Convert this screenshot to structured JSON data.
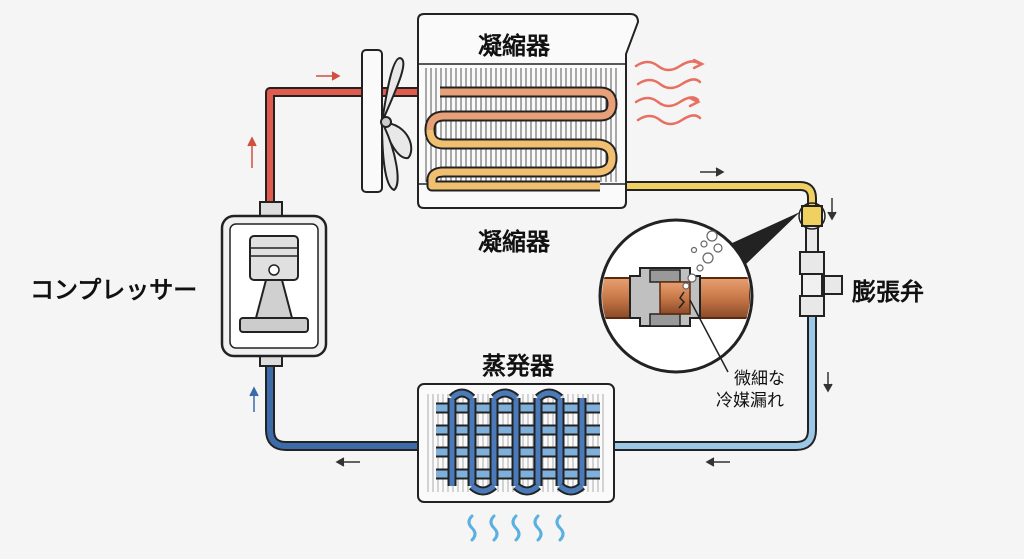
{
  "labels": {
    "condenser_top": "凝縮器",
    "condenser_bottom": "凝縮器",
    "compressor": "コンプレッサー",
    "expansion_valve": "膨張弁",
    "evaporator": "蒸発器",
    "leak_line1": "微細な",
    "leak_line2": "冷媒漏れ"
  },
  "colors": {
    "hot_pipe": "#e05a4e",
    "warm_pipe": "#f0d060",
    "cold_pipe": "#3d6aa8",
    "cool_pipe": "#9cc8e8",
    "copper": "#c87848",
    "heat_wave": "#e87060",
    "cold_wave": "#5ab0e0"
  },
  "icons": [
    "fan-icon",
    "piston-icon",
    "heat-wave-icon",
    "cold-wave-icon",
    "bubble-icon",
    "crack-icon",
    "flow-arrow-icon"
  ]
}
